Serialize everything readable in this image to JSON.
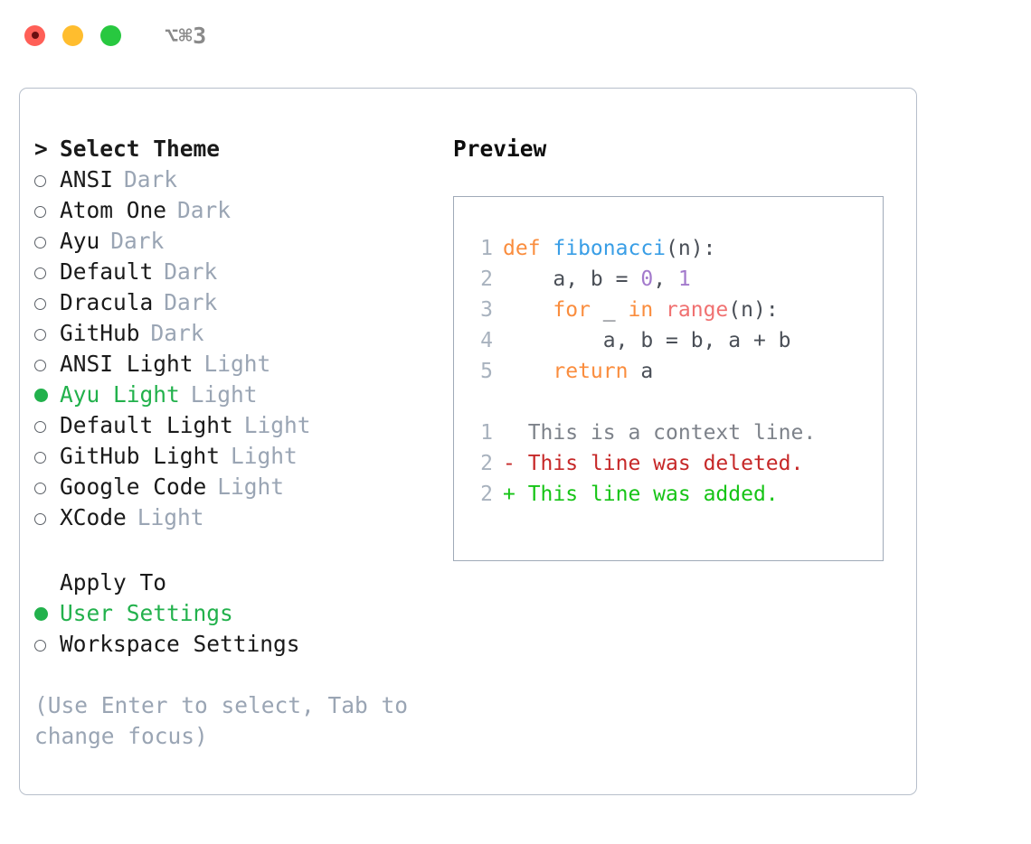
{
  "titlebar": {
    "shortcut": "⌥⌘3",
    "lights": [
      {
        "name": "close",
        "color": "#ff5f57"
      },
      {
        "name": "minimize",
        "color": "#ffbd2e"
      },
      {
        "name": "maximize",
        "color": "#28c840"
      }
    ]
  },
  "theme_section": {
    "prompt": ">",
    "heading": "Select Theme",
    "items": [
      {
        "marker": "○",
        "label": "ANSI",
        "tag": "Dark",
        "selected": false
      },
      {
        "marker": "○",
        "label": "Atom One",
        "tag": "Dark",
        "selected": false
      },
      {
        "marker": "○",
        "label": "Ayu",
        "tag": "Dark",
        "selected": false
      },
      {
        "marker": "○",
        "label": "Default",
        "tag": "Dark",
        "selected": false
      },
      {
        "marker": "○",
        "label": "Dracula",
        "tag": "Dark",
        "selected": false
      },
      {
        "marker": "○",
        "label": "GitHub",
        "tag": "Dark",
        "selected": false
      },
      {
        "marker": "○",
        "label": "ANSI Light",
        "tag": "Light",
        "selected": false
      },
      {
        "marker": "●",
        "label": "Ayu Light",
        "tag": "Light",
        "selected": true
      },
      {
        "marker": "○",
        "label": "Default Light",
        "tag": "Light",
        "selected": false
      },
      {
        "marker": "○",
        "label": "GitHub Light",
        "tag": "Light",
        "selected": false
      },
      {
        "marker": "○",
        "label": "Google Code",
        "tag": "Light",
        "selected": false
      },
      {
        "marker": "○",
        "label": "XCode",
        "tag": "Light",
        "selected": false
      }
    ]
  },
  "apply_section": {
    "heading": "Apply To",
    "items": [
      {
        "marker": "●",
        "label": "User Settings",
        "selected": true
      },
      {
        "marker": "○",
        "label": "Workspace Settings",
        "selected": false
      }
    ]
  },
  "hint": "(Use Enter to select, Tab to change focus)",
  "preview": {
    "title": "Preview",
    "code_lines": [
      {
        "lineno": "1",
        "tokens": [
          {
            "text": "def ",
            "type": "kw"
          },
          {
            "text": "fibonacci",
            "type": "fn"
          },
          {
            "text": "(n):",
            "type": "plain"
          }
        ]
      },
      {
        "lineno": "2",
        "tokens": [
          {
            "text": "    a, b = ",
            "type": "plain"
          },
          {
            "text": "0",
            "type": "num"
          },
          {
            "text": ", ",
            "type": "plain"
          },
          {
            "text": "1",
            "type": "num"
          }
        ]
      },
      {
        "lineno": "3",
        "tokens": [
          {
            "text": "    ",
            "type": "plain"
          },
          {
            "text": "for",
            "type": "kw"
          },
          {
            "text": " _ ",
            "type": "plain"
          },
          {
            "text": "in",
            "type": "kw"
          },
          {
            "text": " ",
            "type": "plain"
          },
          {
            "text": "range",
            "type": "call"
          },
          {
            "text": "(n):",
            "type": "plain"
          }
        ]
      },
      {
        "lineno": "4",
        "tokens": [
          {
            "text": "        a, b = b, a + b",
            "type": "plain"
          }
        ]
      },
      {
        "lineno": "5",
        "tokens": [
          {
            "text": "    ",
            "type": "plain"
          },
          {
            "text": "return",
            "type": "kw"
          },
          {
            "text": " a",
            "type": "plain"
          }
        ]
      }
    ],
    "diff_lines": [
      {
        "lineno": "1",
        "sign": " ",
        "text": "This is a context line.",
        "type": "ctx"
      },
      {
        "lineno": "2",
        "sign": "-",
        "text": "This line was deleted.",
        "type": "del"
      },
      {
        "lineno": "2",
        "sign": "+",
        "text": "This line was added.",
        "type": "add"
      }
    ]
  }
}
